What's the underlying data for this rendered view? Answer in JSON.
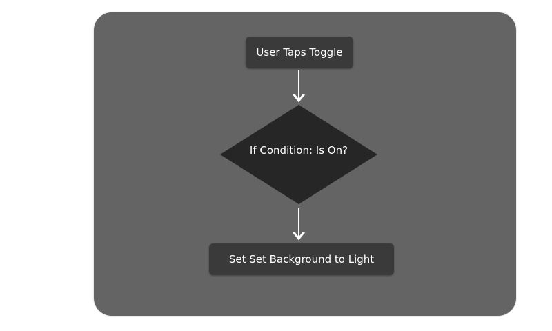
{
  "diagram": {
    "start_node": "User Taps Toggle",
    "decision_node": "If Condition: Is On?",
    "action_node": "Set Set Background to Light"
  },
  "colors": {
    "panel": "#646464",
    "node_fill": "#3a3a3a",
    "diamond_fill": "#262626",
    "arrow": "#ffffff",
    "text": "#ffffff"
  }
}
